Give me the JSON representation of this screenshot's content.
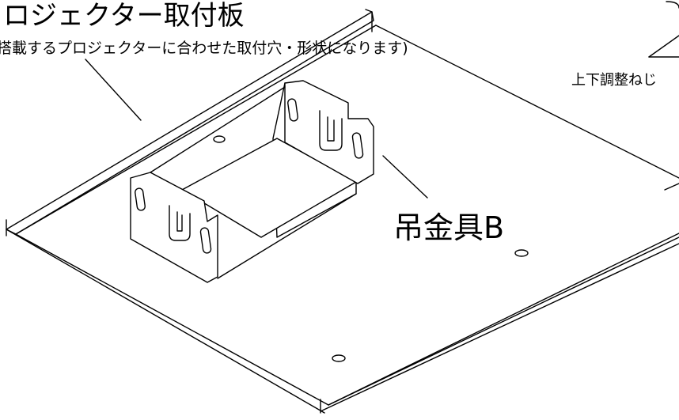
{
  "diagram": {
    "title": "ロジェクター取付板",
    "subtitle": "搭載するプロジェクターに合わせた取付穴・形状になります)",
    "callout_bracket": "吊金具B",
    "callout_screw": "上下調整ねじ"
  },
  "colors": {
    "line": "#000000",
    "background": "#ffffff"
  }
}
